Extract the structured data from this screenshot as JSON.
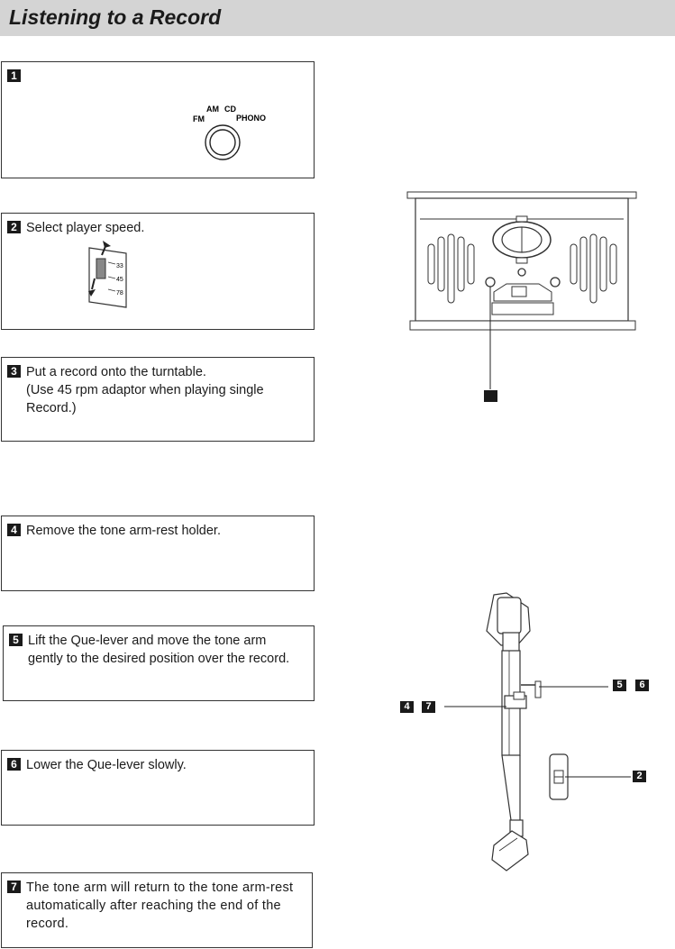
{
  "page": {
    "title": "Listening to a Record"
  },
  "steps": [
    {
      "num": "1",
      "text": ""
    },
    {
      "num": "2",
      "text": "Select player speed."
    },
    {
      "num": "3",
      "text": "Put a record onto the turntable.\n(Use 45 rpm adaptor when playing single\nRecord.)"
    },
    {
      "num": "4",
      "text": "Remove the tone arm-rest holder."
    },
    {
      "num": "5",
      "text": "Lift the Que-lever and move the tone arm\ngently to the desired position over the record."
    },
    {
      "num": "6",
      "text": "Lower the Que-lever slowly."
    },
    {
      "num": "7",
      "text": "The tone arm will return to the tone arm-rest\nautomatically after reaching the end of the\nrecord."
    }
  ],
  "function_selector": {
    "labels": {
      "fm": "FM",
      "am": "AM",
      "cd": "CD",
      "phono": "PHONO"
    }
  },
  "speed_selector": {
    "speeds": [
      "33",
      "45",
      "78"
    ]
  },
  "callouts": {
    "front_panel": "",
    "tonearm_top_a": "5",
    "tonearm_top_b": "6",
    "tonearm_left_a": "4",
    "tonearm_left_b": "7",
    "tonearm_speed": "2"
  }
}
